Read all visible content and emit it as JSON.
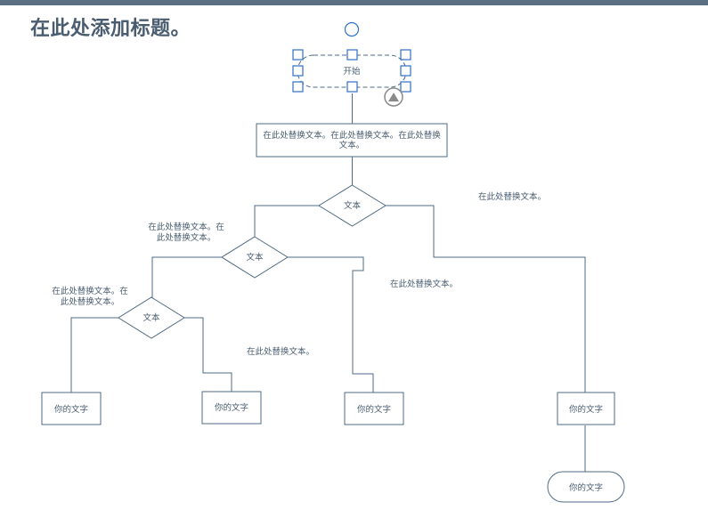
{
  "page": {
    "title": "在此处添加标题。",
    "accent": "#5b6f82",
    "line_color": "#4f6a85",
    "handle_color": "#2f6fc9"
  },
  "flowchart": {
    "start": "开始",
    "process1": {
      "line1": "在此处替换文本。在此处替换文本。在此处替换",
      "line2": "文本。"
    },
    "decision1": "文本",
    "decision2": "文本",
    "decision3": "文本",
    "notes": {
      "n1": {
        "line1": "在此处替换文本。在",
        "line2": "此处替换文本。"
      },
      "n2": {
        "line1": "在此处替换文本。在",
        "line2": "此处替换文本。"
      },
      "n3": "在此处替换文本。",
      "n4": "在此处替换文本。",
      "n5": "在此处替换文本。"
    },
    "box1": "你的文字",
    "box2": "你的文字",
    "box3": "你的文字",
    "box4": "你的文字",
    "terminal_end": "你的文字"
  }
}
